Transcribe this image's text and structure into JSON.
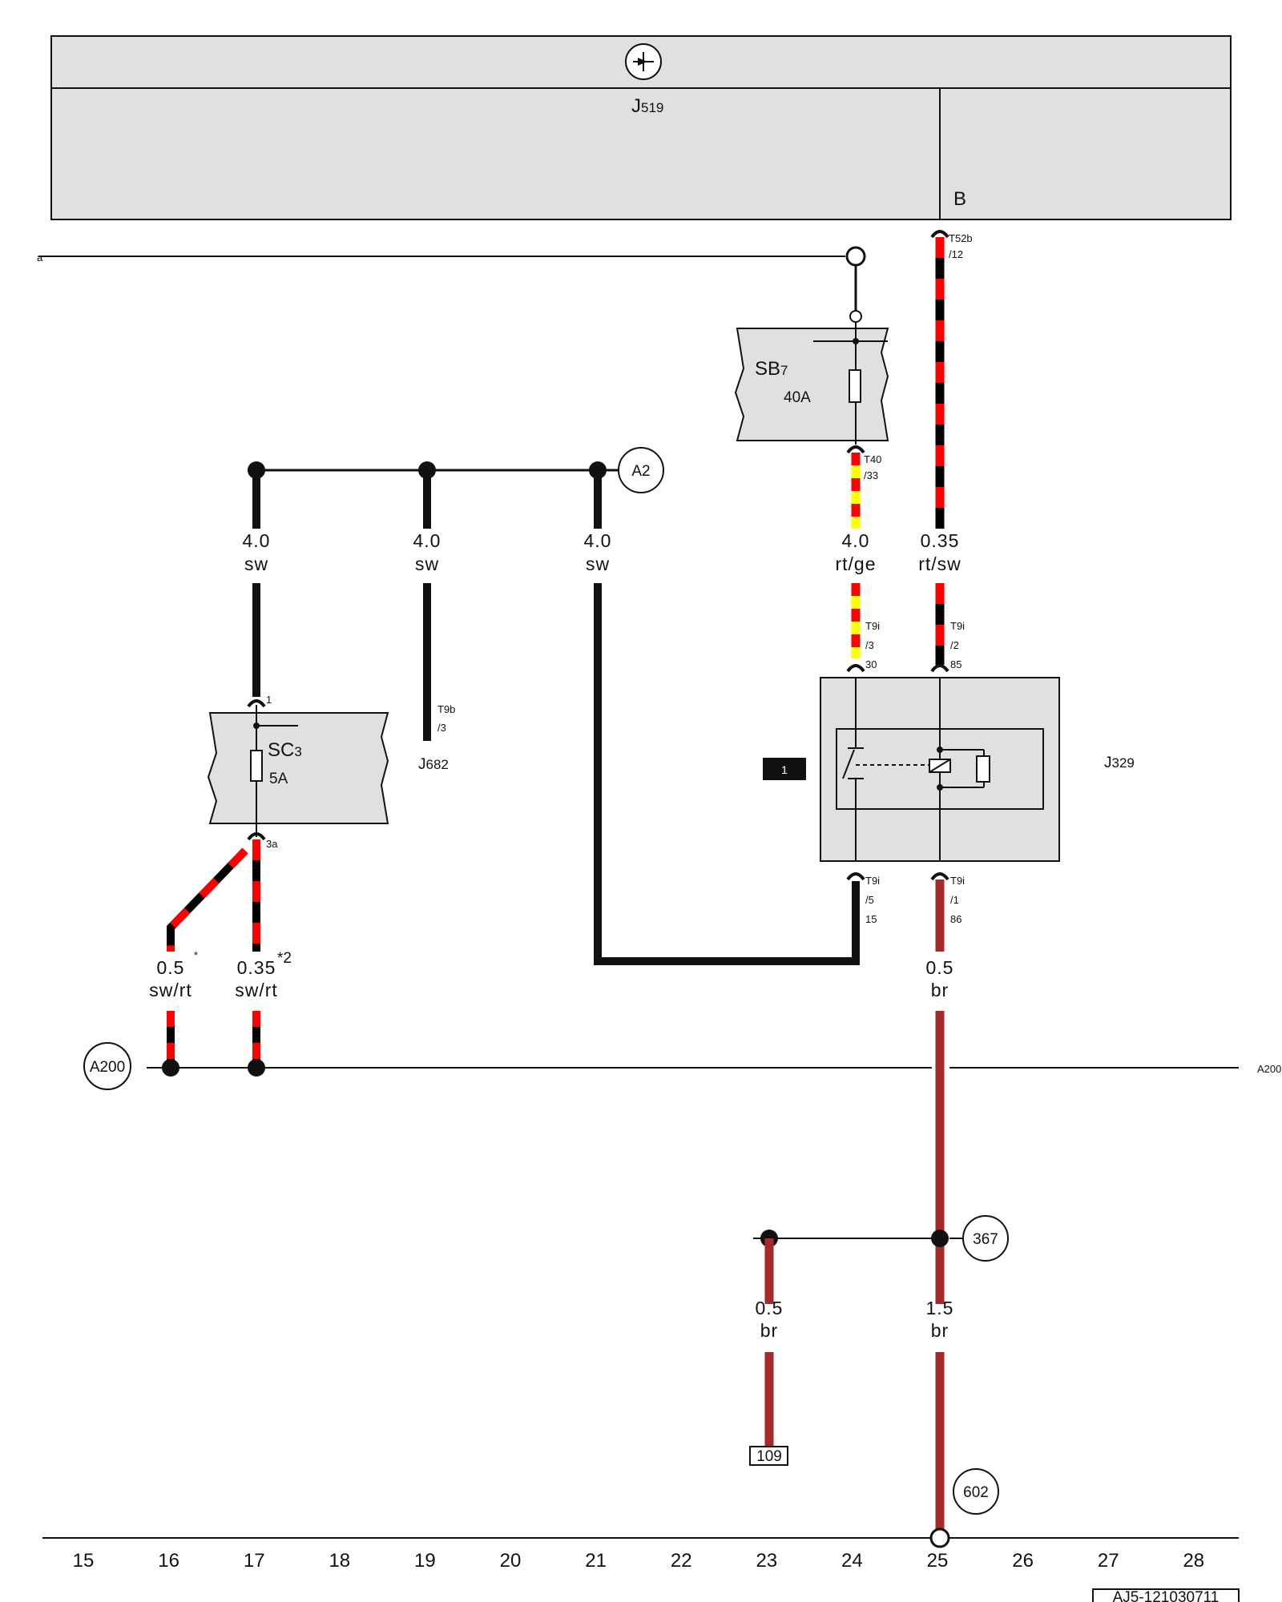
{
  "control_unit": {
    "name": "J",
    "sub": "519",
    "pin": "B"
  },
  "left_edge_label": "a",
  "right_edge_label": "A200",
  "fuse_sb7": {
    "name": "SB",
    "sub": "7",
    "rating": "40A"
  },
  "fuse_sc3": {
    "name": "SC",
    "sub": "3",
    "rating": "5A",
    "pin_in": "1",
    "pin_out": "3a"
  },
  "relay": {
    "name": "J",
    "sub": "329",
    "marker": "1"
  },
  "unit_j682": {
    "name": "J",
    "sub": "682",
    "connector": "T9b",
    "pin": "/3"
  },
  "connectors": {
    "t52b": {
      "name": "T52b",
      "pin": "/12"
    },
    "t40": {
      "name": "T40",
      "pin": "/33"
    },
    "t9i_3": {
      "name": "T9i",
      "pin": "/3",
      "term": "30"
    },
    "t9i_2": {
      "name": "T9i",
      "pin": "/2",
      "term": "85"
    },
    "t9i_5": {
      "name": "T9i",
      "pin": "/5",
      "term": "15"
    },
    "t9i_1": {
      "name": "T9i",
      "pin": "/1",
      "term": "86"
    }
  },
  "wires": {
    "w1": {
      "size": "4.0",
      "color": "sw"
    },
    "w2": {
      "size": "4.0",
      "color": "sw"
    },
    "w3": {
      "size": "4.0",
      "color": "sw"
    },
    "w4": {
      "size": "4.0",
      "color": "rt/ge"
    },
    "w5": {
      "size": "0.35",
      "color": "rt/sw"
    },
    "w6": {
      "size": "0.5",
      "color": "sw/rt",
      "note": "*"
    },
    "w7": {
      "size": "0.35",
      "color": "sw/rt",
      "note": "*2"
    },
    "w8": {
      "size": "0.5",
      "color": "br"
    },
    "w9": {
      "size": "0.5",
      "color": "br"
    },
    "w10": {
      "size": "1.5",
      "color": "br"
    }
  },
  "refs": {
    "a2": "A2",
    "a200": "A200",
    "r367": "367",
    "r602": "602",
    "r109": "109"
  },
  "footer_code": "AJ5-121030711",
  "grid_numbers": [
    "15",
    "16",
    "17",
    "18",
    "19",
    "20",
    "21",
    "22",
    "23",
    "24",
    "25",
    "26",
    "27",
    "28"
  ],
  "colors": {
    "black": "#000000",
    "red": "#ff0000",
    "yellow": "#ffff00",
    "brown": "#a52a2a",
    "box_gray": "#e0e0e0"
  }
}
